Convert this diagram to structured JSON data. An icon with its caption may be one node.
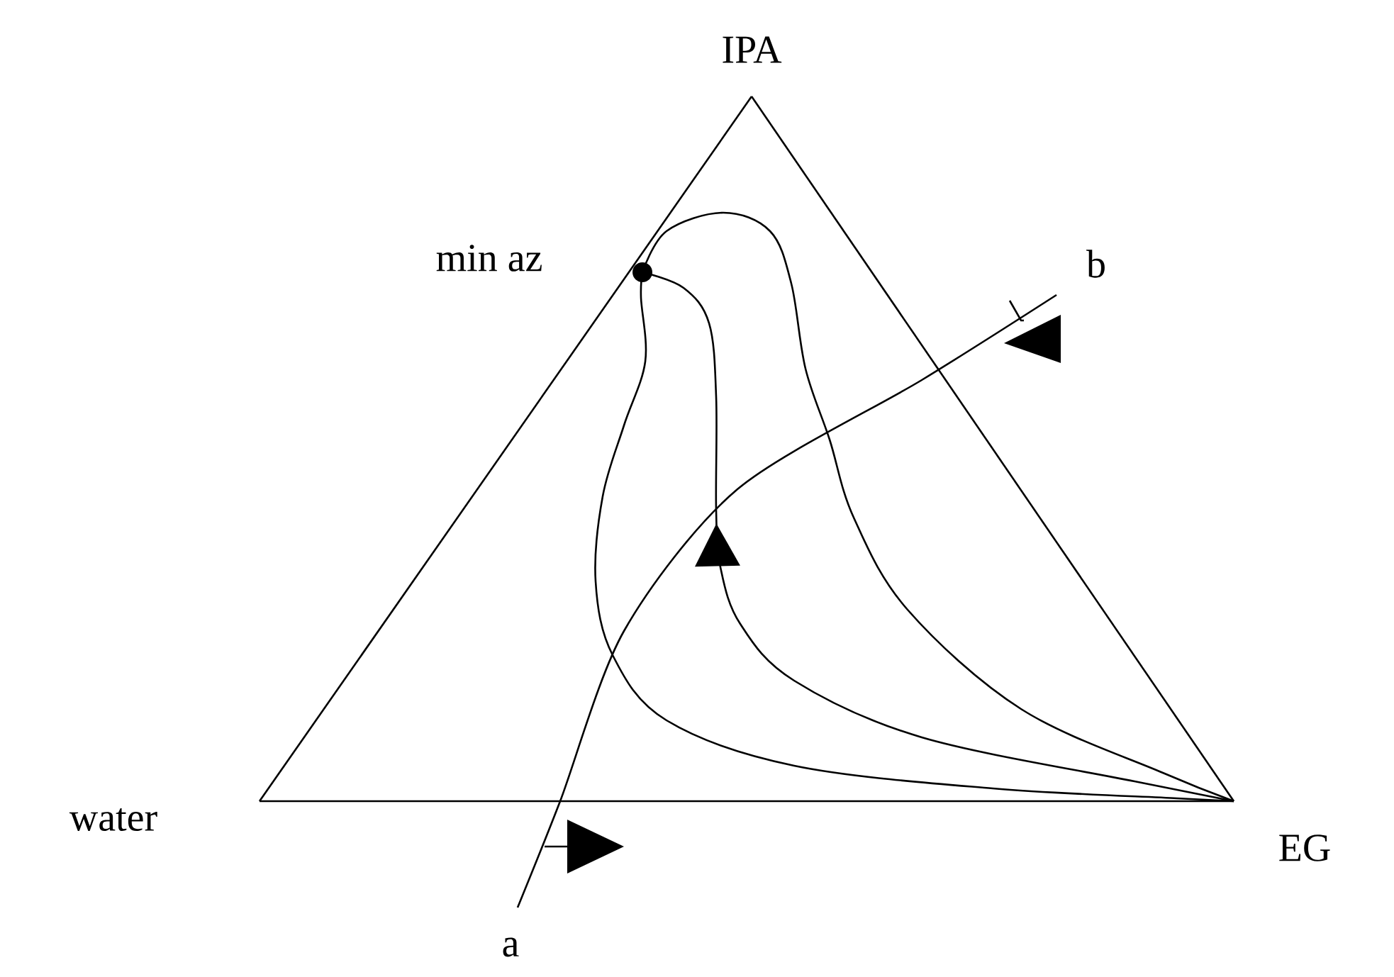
{
  "diagram": {
    "nodes": [
      {
        "text": [
          "IPA"
        ]
      },
      {
        "text": [
          "min az"
        ]
      },
      {
        "text": [
          "water"
        ]
      },
      {
        "text": [
          "EG"
        ]
      },
      {
        "text": [
          "a"
        ]
      },
      {
        "text": [
          "b"
        ]
      }
    ],
    "edges": [
      {
        "from": 2,
        "to": 0,
        "arrow": "none"
      },
      {
        "from": 0,
        "to": 3,
        "arrow": "none"
      },
      {
        "from": 2,
        "to": 3,
        "arrow": "none"
      },
      {
        "from": 1,
        "to": 3,
        "arrow": "none"
      },
      {
        "from": 3,
        "to": 1,
        "arrow": "to"
      },
      {
        "from": 1,
        "to": 3,
        "arrow": "none"
      },
      {
        "from": 4,
        "to": 5,
        "arrow": "none"
      }
    ]
  }
}
